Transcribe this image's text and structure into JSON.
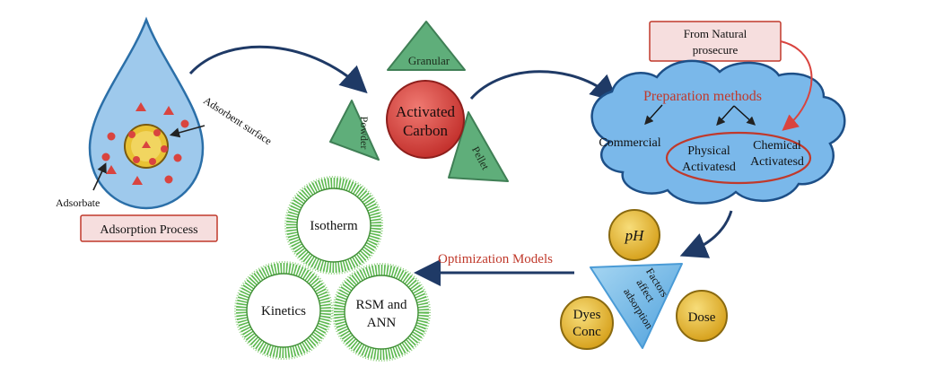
{
  "adsorption": {
    "adsorbent_surface_label": "Adsorbent surface",
    "adsorbate_label": "Adsorbate",
    "process_label": "Adsorption Process"
  },
  "carbon": {
    "center_label_line1": "Activated",
    "center_label_line2": "Carbon",
    "forms": [
      "Granular",
      "Powder",
      "Pellet"
    ]
  },
  "preparation": {
    "source_label_line1": "From Natural",
    "source_label_line2": "prosecure",
    "title": "Preparation methods",
    "commercial": "Commercial",
    "physical_line1": "Physical",
    "physical_line2": "Activatesd",
    "chemical_line1": "Chemical",
    "chemical_line2": "Activatesd"
  },
  "factors": {
    "center_line1": "Factors",
    "center_line2": "affect",
    "center_line3": "adsorption",
    "ph": "pH",
    "dose": "Dose",
    "dyes_line1": "Dyes",
    "dyes_line2": "Conc"
  },
  "optimization": {
    "title": "Optimization Models",
    "isotherm": "Isotherm",
    "kinetics": "Kinetics",
    "rsm_line1": "RSM and",
    "rsm_line2": "ANN"
  },
  "colors": {
    "drop_fill": "#9ec9ec",
    "drop_stroke": "#2b6fa8",
    "carbon_red": "#d9443f",
    "triangle_green": "#5fae7a",
    "cloud_fill": "#7ab8ea",
    "label_red": "#c0392b",
    "gold": "#e7b530",
    "ring_green": "#5cb84f",
    "arrow_navy": "#1f3a66"
  }
}
